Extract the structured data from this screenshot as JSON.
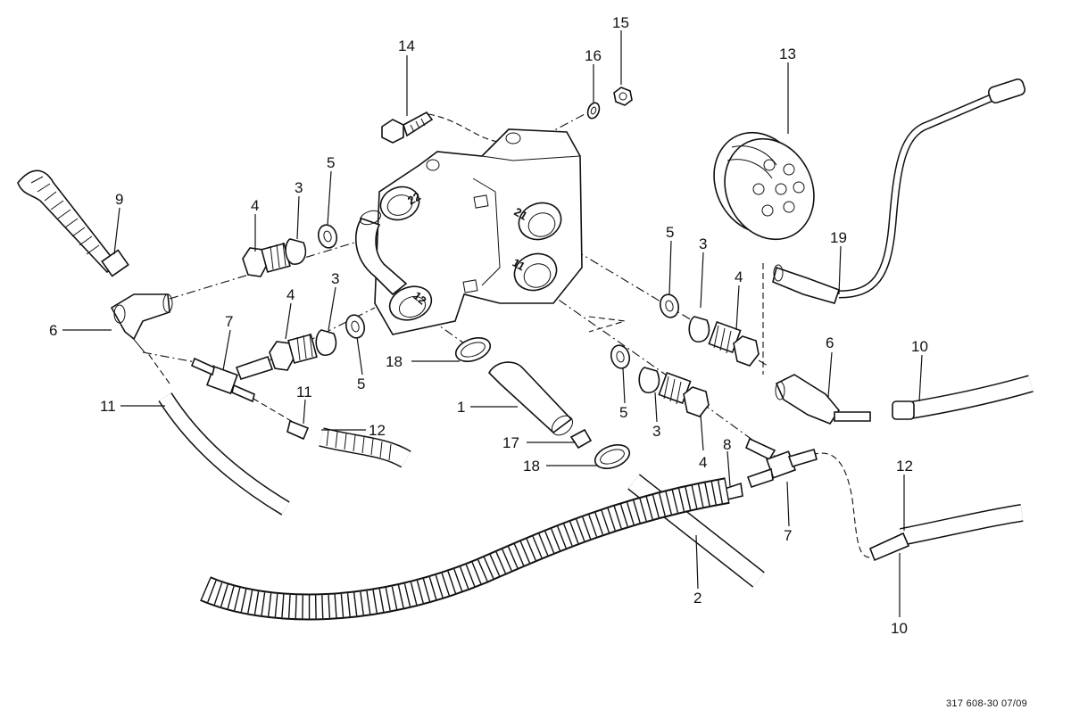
{
  "callouts": {
    "c1": "1",
    "c2": "2",
    "c3a": "3",
    "c3b": "3",
    "c3c": "3",
    "c3d": "3",
    "c4a": "4",
    "c4b": "4",
    "c4c": "4",
    "c4d": "4",
    "c5a": "5",
    "c5b": "5",
    "c5c": "5",
    "c5d": "5",
    "c6a": "6",
    "c6b": "6",
    "c7a": "7",
    "c7b": "7",
    "c8": "8",
    "c9": "9",
    "c10a": "10",
    "c10b": "10",
    "c11a": "11",
    "c11b": "11",
    "c12a": "12",
    "c12b": "12",
    "c13": "13",
    "c14": "14",
    "c15": "15",
    "c16": "16",
    "c17": "17",
    "c18a": "18",
    "c18b": "18",
    "c19": "19"
  },
  "ports": {
    "p22": "22",
    "p21": "21",
    "p11": "11",
    "p12": "12"
  },
  "footer": {
    "code": "317   608-30   07/09"
  }
}
